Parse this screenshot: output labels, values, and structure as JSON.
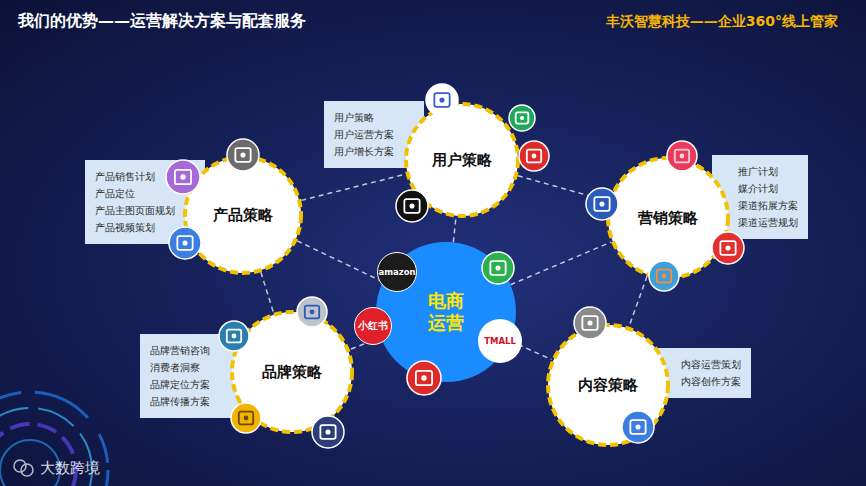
{
  "diagram": {
    "title": "我们的优势——运营解决方案与配套服务",
    "nodes": [
      {
        "text": [
          "产品策略"
        ]
      },
      {
        "text": [
          "产品销售计划",
          "产品定位",
          "产品主图页面规划",
          "产品视频策划"
        ]
      },
      {
        "text": [
          "用户策略"
        ]
      },
      {
        "text": [
          "用户策略",
          "用户运营方案",
          "用户增长方案"
        ]
      },
      {
        "text": [
          "营销策略"
        ]
      },
      {
        "text": [
          "推广计划",
          "媒介计划",
          "渠道拓展方案",
          "渠道运营规划"
        ]
      },
      {
        "text": [
          "电商 运营"
        ]
      },
      {
        "text": [
          "品牌策略"
        ]
      },
      {
        "text": [
          "品牌营销咨询",
          "消费者洞察",
          "品牌定位方案",
          "品牌传播方案"
        ]
      },
      {
        "text": [
          "内容策略"
        ]
      },
      {
        "text": [
          "内容运营策划",
          "内容创作方案"
        ]
      }
    ],
    "edges": [
      {
        "from": 6,
        "to": 0,
        "arrow": "none"
      },
      {
        "from": 6,
        "to": 2,
        "arrow": "none"
      },
      {
        "from": 6,
        "to": 4,
        "arrow": "none"
      },
      {
        "from": 6,
        "to": 7,
        "arrow": "none"
      },
      {
        "from": 6,
        "to": 9,
        "arrow": "none"
      },
      {
        "from": 0,
        "to": 2,
        "arrow": "none"
      },
      {
        "from": 2,
        "to": 4,
        "arrow": "none"
      },
      {
        "from": 4,
        "to": 9,
        "arrow": "none"
      },
      {
        "from": 0,
        "to": 7,
        "arrow": "none"
      }
    ],
    "labels": [
      "丰沃智慧科技——企业360°线上管家",
      "amazon",
      "小红书",
      "TMALL",
      "大数跨境"
    ]
  }
}
